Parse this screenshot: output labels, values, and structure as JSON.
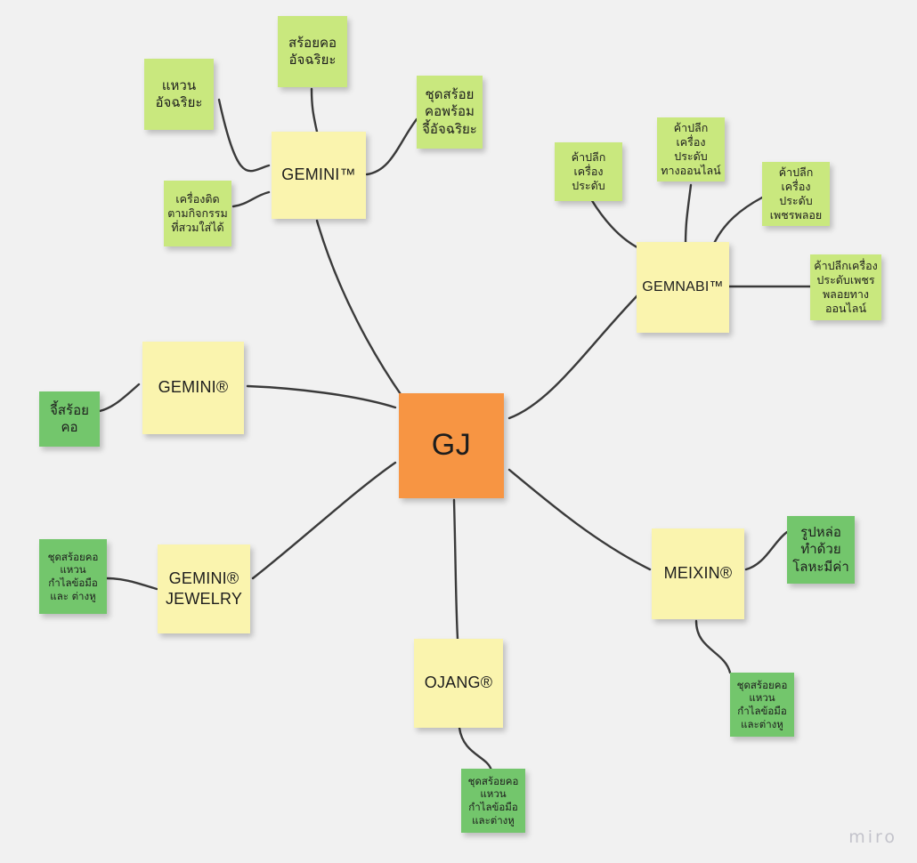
{
  "board": {
    "background_color": "#f1f1f1",
    "watermark": "miro",
    "connector_color": "#3a3a3a"
  },
  "colors": {
    "center_node": "#f79543",
    "brand_note": "#faf4ae",
    "leaf_note": "#c9e87e",
    "product_note": "#73c66c"
  },
  "center": {
    "label": "GJ"
  },
  "branches": {
    "gemini_tm": {
      "label": "GEMINI™",
      "children": [
        {
          "label": "แหวน\nอัจฉริยะ"
        },
        {
          "label": "สร้อยคอ\nอัจฉริยะ"
        },
        {
          "label": "ชุดสร้อย\nคอพร้อม\nจี้อัจฉริยะ"
        },
        {
          "label": "เครื่องติด\nตามกิจกรรม\nที่สวมใส่ได้"
        }
      ]
    },
    "gemnabi_tm": {
      "label": "GEMNABI™",
      "children": [
        {
          "label": "ค้าปลีก\nเครื่องประดับ"
        },
        {
          "label": "ค้าปลีก\nเครื่องประดับ\nทางออนไลน์"
        },
        {
          "label": "ค้าปลีก\nเครื่องประดับ\nเพชรพลอย"
        },
        {
          "label": "ค้าปลีกเครื่อง\nประดับเพชร\nพลอยทาง\nออนไลน์"
        }
      ]
    },
    "gemini_r": {
      "label": "GEMINI®",
      "children": [
        {
          "label": "จี้สร้อยคอ"
        }
      ]
    },
    "gemini_jewelry": {
      "label": "GEMINI®\nJEWELRY",
      "children": [
        {
          "label": "ชุดสร้อยคอ\nแหวน\nกำไลข้อมือ\nและ ต่างหู"
        }
      ]
    },
    "ojang_r": {
      "label": "OJANG®",
      "children": [
        {
          "label": "ชุดสร้อยคอ\nแหวน\nกำไลข้อมือ\nและต่างหู"
        }
      ]
    },
    "meixin_r": {
      "label": "MEIXIN®",
      "children": [
        {
          "label": "รูปหล่อ\nทำด้วย\nโลหะมีค่า"
        },
        {
          "label": "ชุดสร้อยคอ\nแหวน\nกำไลข้อมือ\nและต่างหู"
        }
      ]
    }
  }
}
